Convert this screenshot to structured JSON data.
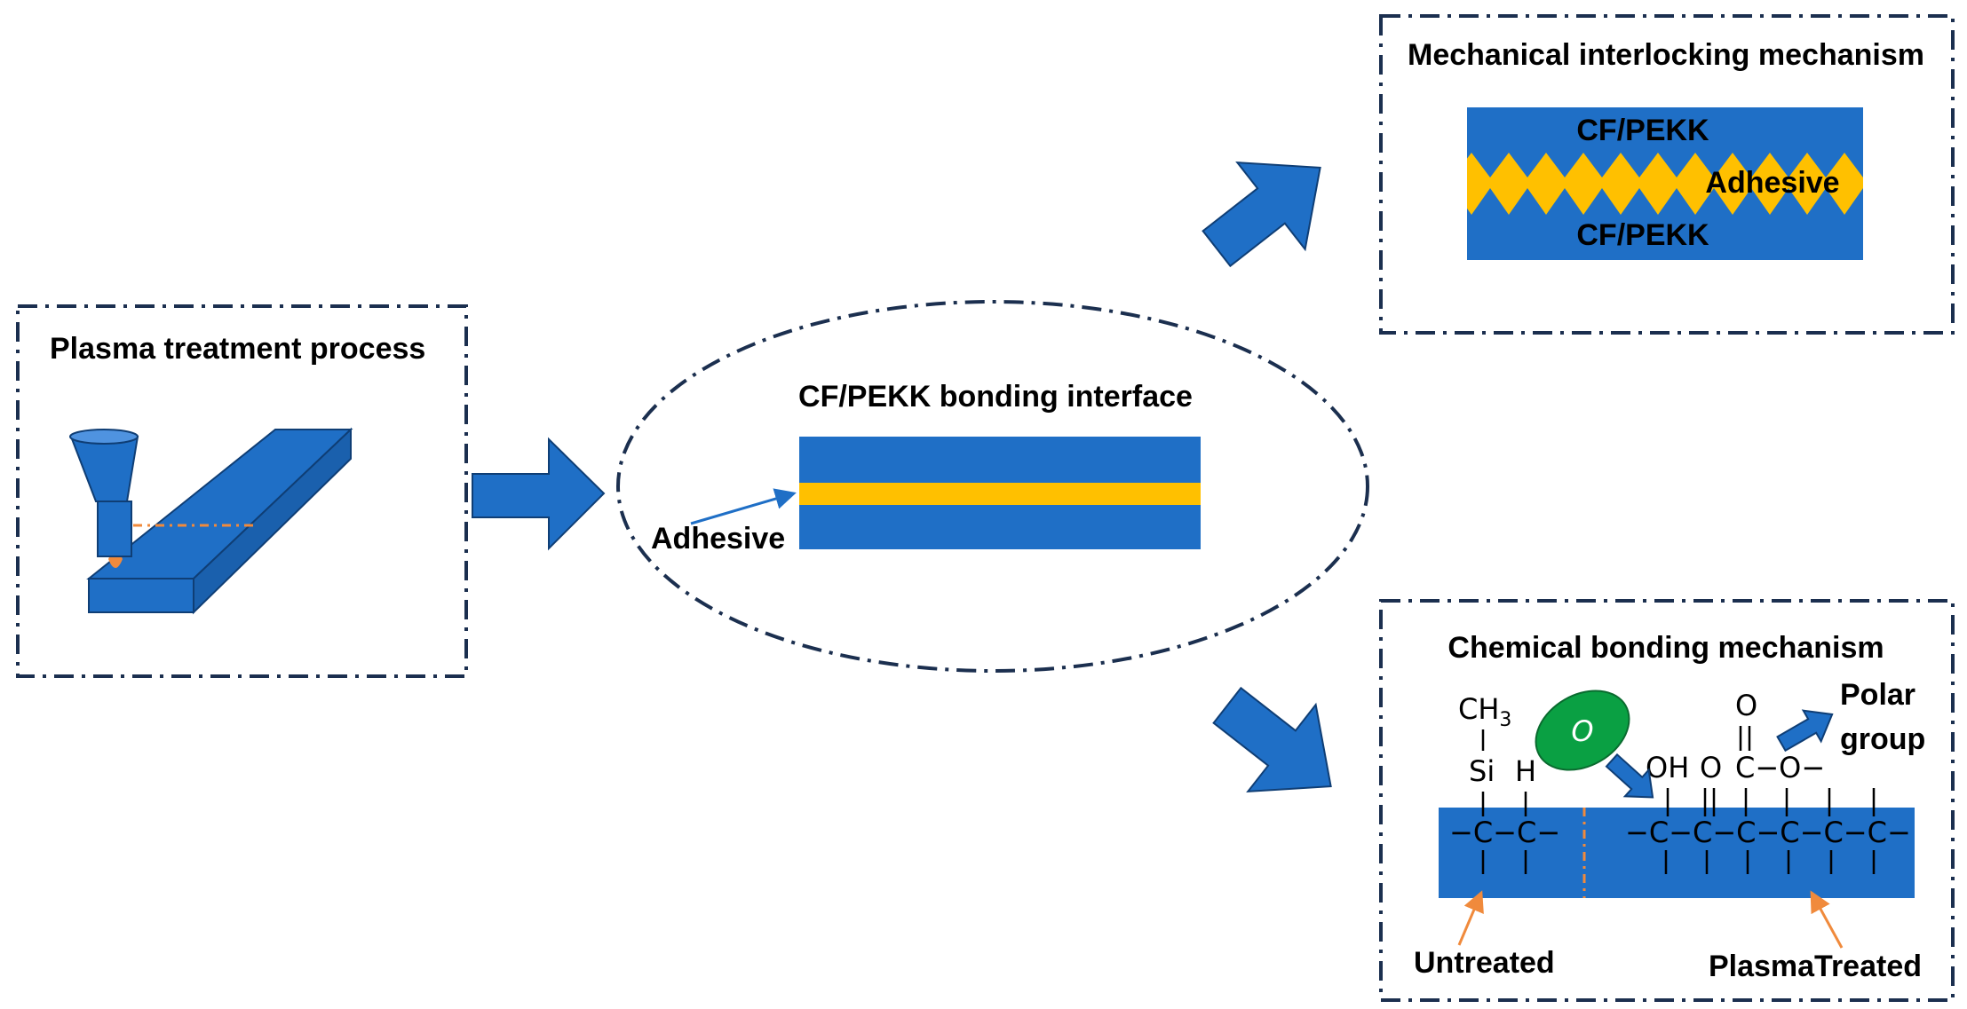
{
  "panels": {
    "plasma": {
      "title": "Plasma treatment process"
    },
    "interface": {
      "title": "CF/PEKK bonding interface",
      "adhesive_label": "Adhesive"
    },
    "mechanical": {
      "title": "Mechanical interlocking mechanism",
      "top_label": "CF/PEKK",
      "middle_label": "Adhesive",
      "bottom_label": "CF/PEKK"
    },
    "chemical": {
      "title": "Chemical bonding mechanism",
      "untreated_label": "Untreated",
      "treated_label": "PlasmaTreated",
      "polar_line1": "Polar",
      "polar_line2": "group",
      "oxygen_symbol": "O",
      "chain_untreated": "−C−C−",
      "chain_treated": "−C−C−C−C−C−C−",
      "ch3": "CH",
      "ch3_sub": "3",
      "si": "Si",
      "h": "H",
      "oh": "OH",
      "o_keto": "O",
      "o_top": "O",
      "ester": "C−O−"
    }
  },
  "colors": {
    "blue": "#1f6fc6",
    "yellow": "#ffc000",
    "green": "#0aa043",
    "orange": "#f08a3c",
    "border": "#1b2f4f"
  }
}
